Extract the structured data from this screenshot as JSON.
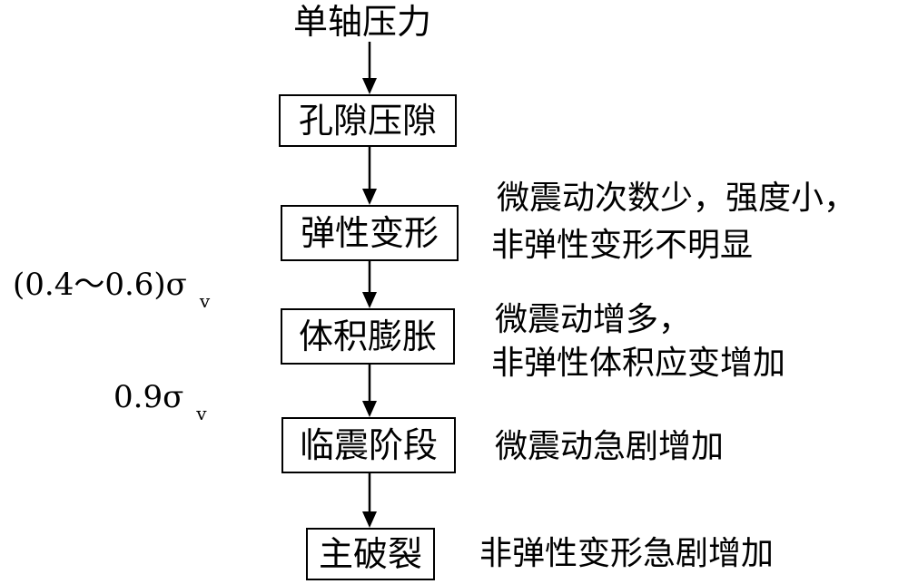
{
  "start": "单轴压力",
  "boxes": {
    "b1": "孔隙压隙",
    "b2": "弹性变形",
    "b3": "体积膨胀",
    "b4": "临震阶段",
    "b5": "主破裂"
  },
  "notes": {
    "b2_line1": "微震动次数少，强度小，",
    "b2_line2": "非弹性变形不明显",
    "b3_line1": "微震动增多，",
    "b3_line2": "非弹性体积应变增加",
    "b4": "微震动急剧增加",
    "b5": "非弹性变形急剧增加"
  },
  "thresholds": {
    "t1_value": "(0.4～0.6)σ",
    "t1_sub": "v",
    "t2_value": "0.9σ",
    "t2_sub": "v"
  }
}
